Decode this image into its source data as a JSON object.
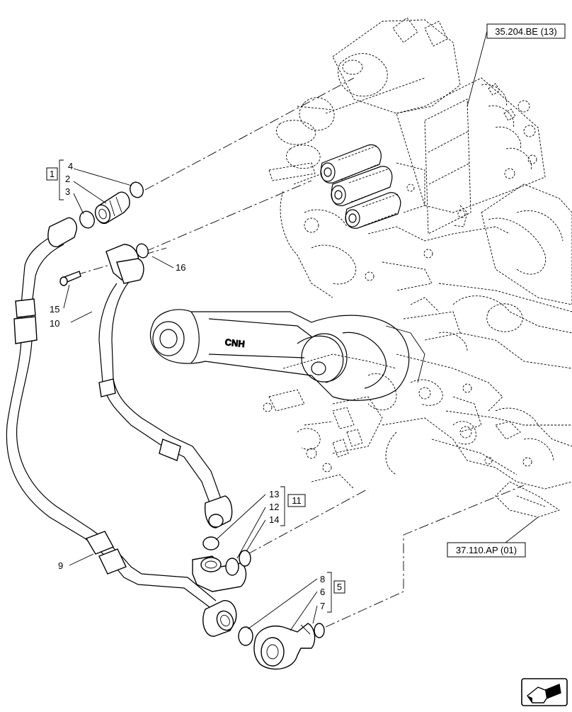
{
  "references": {
    "valve_ref": "35.204.BE (13)",
    "axle_ref": "37.110.AP (01)"
  },
  "groups": {
    "g1": "1",
    "g5": "5",
    "g11": "11"
  },
  "callouts": {
    "c2": "2",
    "c3": "3",
    "c4": "4",
    "c6": "6",
    "c7": "7",
    "c8": "8",
    "c9": "9",
    "c10": "10",
    "c12": "12",
    "c13": "13",
    "c14": "14",
    "c15": "15",
    "c16": "16"
  },
  "logo": "CNH",
  "icons": {
    "navigation": "next-page-arrow-icon"
  }
}
